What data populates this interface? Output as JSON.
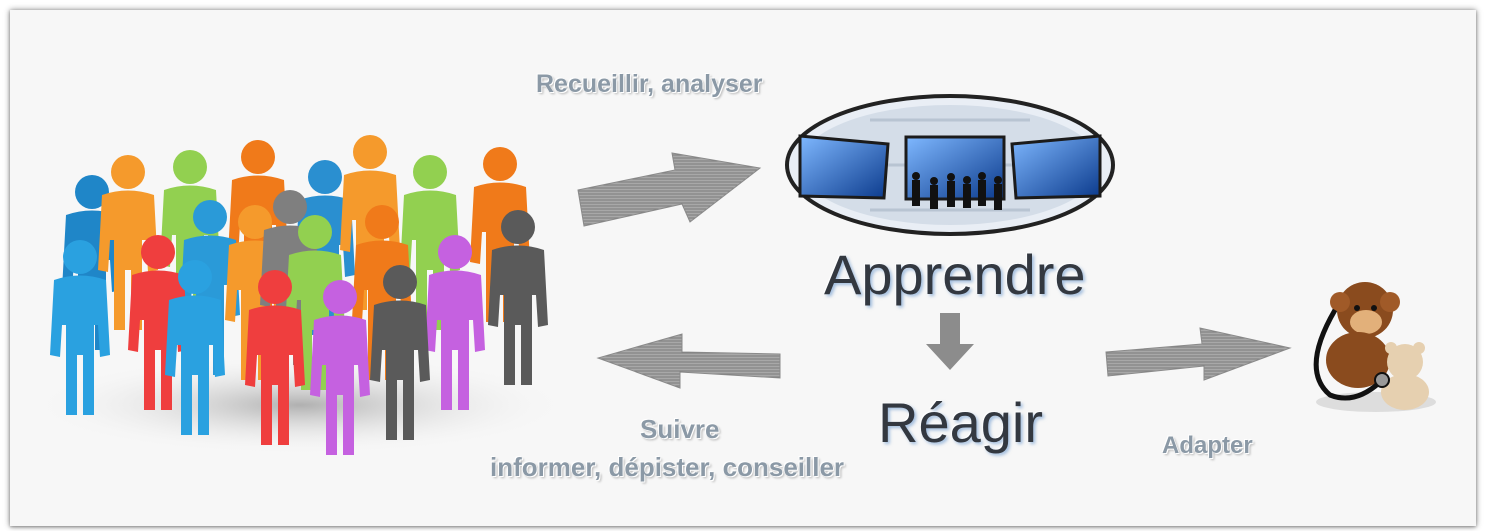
{
  "labels": {
    "collect": "Recueillir, analyser",
    "learn": "Apprendre",
    "react": "Réagir",
    "follow": "Suivre",
    "follow_detail": "informer, dépister, conseiller",
    "adapt": "Adapter"
  },
  "icons": {
    "crowd": "crowd-of-people-icon",
    "data": "data-screens-icon",
    "toys": "plush-toys-stethoscope-icon"
  },
  "colors": {
    "label": "#8b99a6",
    "title": "#333840",
    "arrow": "#9a9a9a"
  }
}
